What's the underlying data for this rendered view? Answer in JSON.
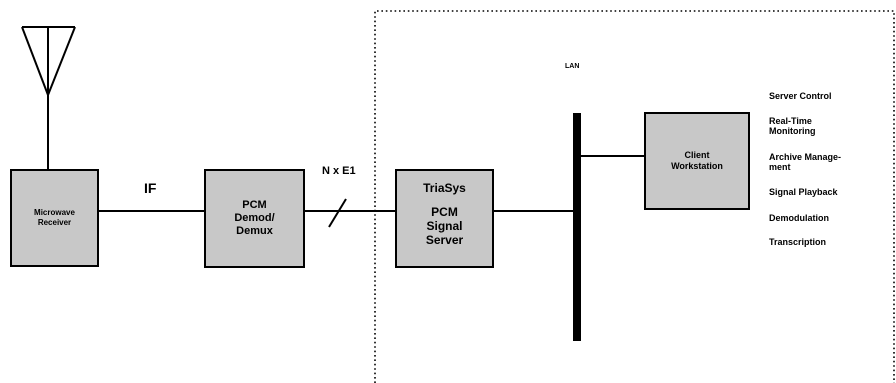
{
  "diagram": {
    "microwave_receiver": [
      "Microwave",
      "Receiver"
    ],
    "if_label": "IF",
    "pcm_demod": [
      "PCM",
      "Demod/",
      "Demux"
    ],
    "link_label": "N x E1",
    "server": {
      "brand": "TriaSys",
      "lines": [
        "PCM",
        "Signal",
        "Server"
      ]
    },
    "lan_label": "LAN",
    "client": [
      "Client",
      "Workstation"
    ],
    "features": [
      [
        "Server Control"
      ],
      [
        "Real-Time",
        "Monitoring"
      ],
      [
        "Archive Manage-",
        "ment"
      ],
      [
        "Signal Playback"
      ],
      [
        "Demodulation"
      ],
      [
        "Transcription"
      ]
    ]
  }
}
